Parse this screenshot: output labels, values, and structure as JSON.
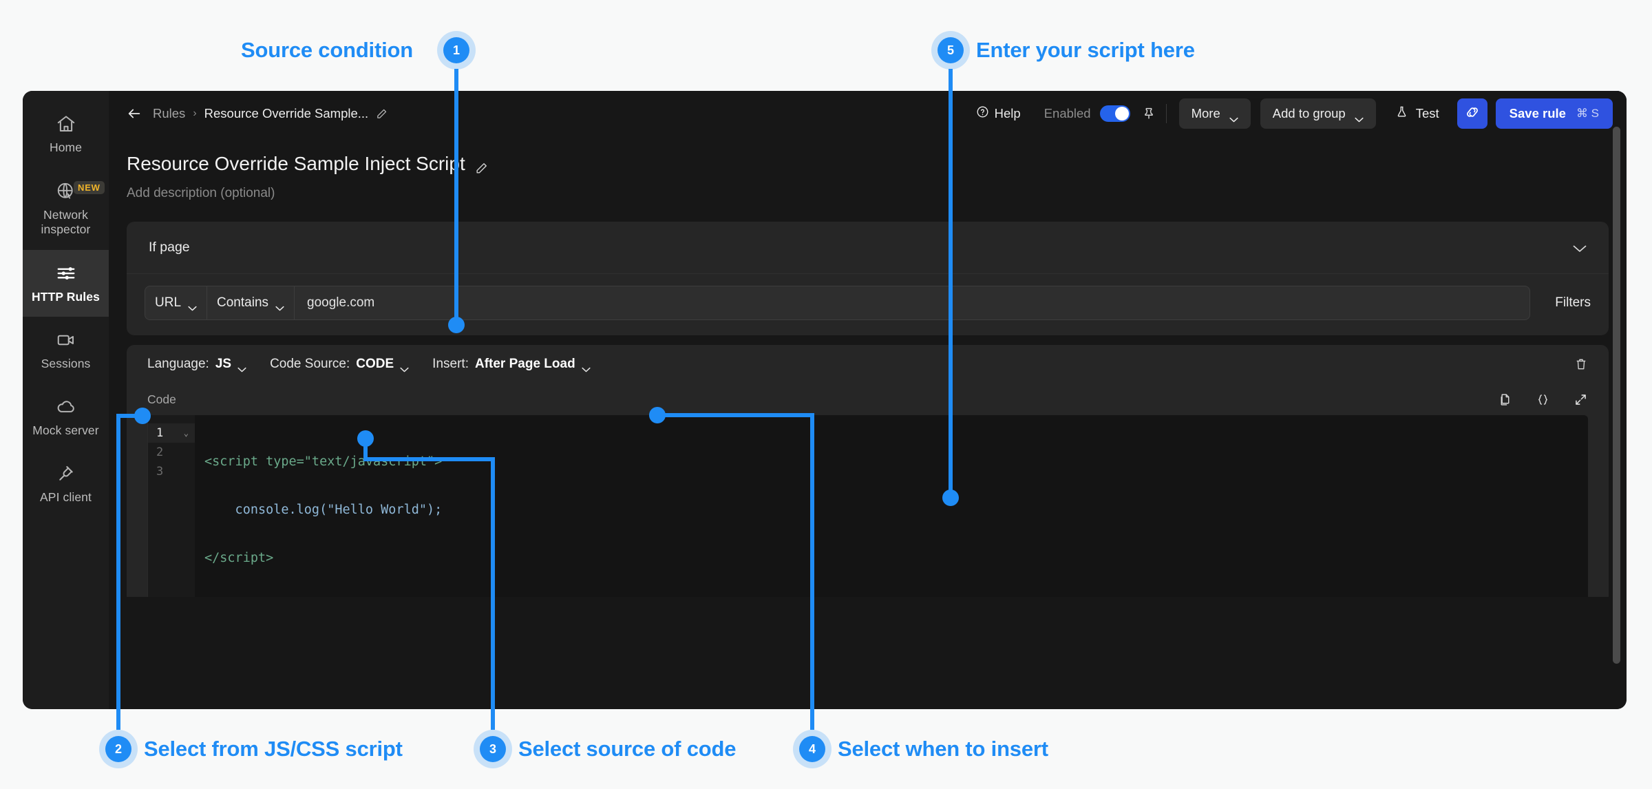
{
  "app": {
    "sidebar": {
      "items": [
        {
          "label": "Home",
          "icon": "home-icon",
          "badge": null,
          "active": false
        },
        {
          "label": "Network inspector",
          "icon": "globe-inspect-icon",
          "badge": "NEW",
          "active": false
        },
        {
          "label": "HTTP Rules",
          "icon": "sliders-icon",
          "badge": null,
          "active": true
        },
        {
          "label": "Sessions",
          "icon": "video-camera-icon",
          "badge": null,
          "active": false
        },
        {
          "label": "Mock server",
          "icon": "cloud-icon",
          "badge": null,
          "active": false
        },
        {
          "label": "API client",
          "icon": "plug-icon",
          "badge": null,
          "active": false
        }
      ]
    },
    "topbar": {
      "back": "back-arrow-icon",
      "breadcrumb": {
        "root": "Rules",
        "separator": "›",
        "current": "Resource Override Sample..."
      },
      "help_label": "Help",
      "enabled_label": "Enabled",
      "enabled_state": "on",
      "pin_icon": "pin-icon",
      "more_label": "More",
      "add_to_group_label": "Add to group",
      "test_label": "Test",
      "share_icon": "link-icon",
      "save_label": "Save rule",
      "save_shortcut": "⌘ S"
    },
    "header": {
      "title": "Resource Override Sample Inject Script",
      "description_placeholder": "Add description (optional)"
    },
    "condition_card": {
      "heading": "If page",
      "collapse_icon": "chevron-down-icon",
      "field": "URL",
      "operator": "Contains",
      "value": "google.com",
      "filters_label": "Filters"
    },
    "script_card": {
      "language_prefix": "Language:",
      "language_value": "JS",
      "source_prefix": "Code Source:",
      "source_value": "CODE",
      "insert_prefix": "Insert:",
      "insert_value": "After Page Load",
      "delete_icon": "trash-icon",
      "code_label": "Code",
      "toolbar_icons": [
        "copy-icon",
        "format-braces-icon",
        "expand-icon"
      ],
      "editor": {
        "lines": [
          {
            "n": "1",
            "fold": "⌄"
          },
          {
            "n": "2",
            "fold": ""
          },
          {
            "n": "3",
            "fold": ""
          }
        ],
        "code": [
          "<script type=\"text/javascript\">",
          "    console.log(\"Hello World\");",
          "</script>"
        ]
      }
    }
  },
  "annotations": [
    {
      "num": "1",
      "text": "Source condition"
    },
    {
      "num": "2",
      "text": "Select from JS/CSS script"
    },
    {
      "num": "3",
      "text": "Select source of code"
    },
    {
      "num": "4",
      "text": "Select when to insert"
    },
    {
      "num": "5",
      "text": "Enter your script here"
    }
  ],
  "colors": {
    "accent_blue": "#1f8cf5",
    "brand_blue": "#2f52e0",
    "badge_amber": "#f0b429",
    "window_bg": "#171717",
    "panel_bg": "#262626"
  }
}
